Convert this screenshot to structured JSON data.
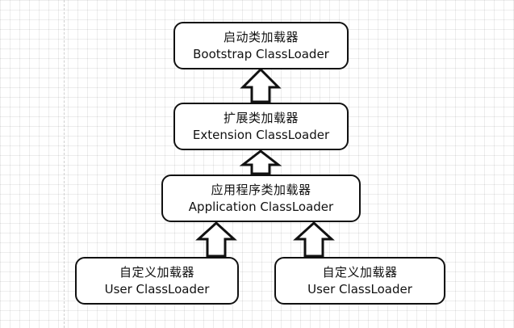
{
  "diagram": {
    "nodes": {
      "bootstrap": {
        "zh": "启动类加载器",
        "en": "Bootstrap ClassLoader"
      },
      "extension": {
        "zh": "扩展类加载器",
        "en": "Extension ClassLoader"
      },
      "application": {
        "zh": "应用程序类加载器",
        "en": "Application ClassLoader"
      },
      "user_1": {
        "zh": "自定义加载器",
        "en": "User ClassLoader"
      },
      "user_2": {
        "zh": "自定义加载器",
        "en": "User ClassLoader"
      }
    },
    "edges": [
      {
        "from": "extension",
        "to": "bootstrap"
      },
      {
        "from": "application",
        "to": "extension"
      },
      {
        "from": "user_1",
        "to": "application"
      },
      {
        "from": "user_2",
        "to": "application"
      }
    ]
  }
}
